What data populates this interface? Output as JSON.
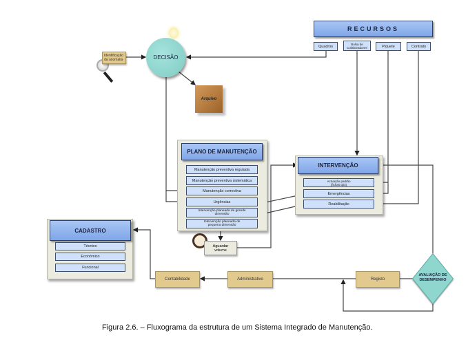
{
  "recursos": {
    "title": "RECURSOS",
    "items": [
      "Quadros",
      "Bolsa de Colaboradores",
      "Piquete",
      "Contrato"
    ]
  },
  "identificacao": "Identificação da anomalia",
  "decisao": "DECISÃO",
  "arquivo": "Arquivo",
  "plano": {
    "title": "PLANO DE MANUTENÇÃO",
    "items": [
      "Manutenção preventiva regulada",
      "Manutenção preventiva sistemática",
      "Manutenção correctiva",
      "Urgências",
      "Intervenção planeada de grande dimensão",
      "Intervenção planeada de pequena dimensão"
    ]
  },
  "intervencao": {
    "title": "INTERVENÇÃO",
    "items": [
      "Actuação padrão (fichas tipo)",
      "Emergências",
      "Reabilitação"
    ]
  },
  "aguardar": "Aguardar volume",
  "cadastro": {
    "title": "CADASTRO",
    "items": [
      "Técnico",
      "Económico",
      "Funcional"
    ]
  },
  "contabilidade": "Contabilidade",
  "administrativo": "Administrativo",
  "registo": "Registo",
  "avaliacao": "AVALIAÇÃO DE DESEMPENHO",
  "caption": "Figura 2.6. – Fluxograma da estrutura de um Sistema Integrado de Manutenção.",
  "colors": {
    "header_blue": "#8fb1ec",
    "item_blue": "#cfe0fa",
    "decision_teal": "#8fd6cf",
    "tan": "#e2c98e",
    "panel": "#ecebdf"
  }
}
